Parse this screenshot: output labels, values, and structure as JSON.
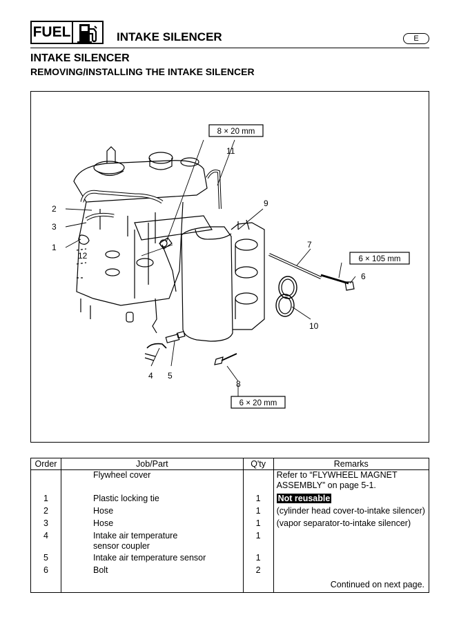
{
  "header": {
    "section_label": "FUEL",
    "title": "INTAKE SILENCER",
    "language_badge": "E",
    "icon": "fuel-pump-icon"
  },
  "page": {
    "title": "INTAKE SILENCER",
    "subtitle": "REMOVING/INSTALLING THE INTAKE SILENCER"
  },
  "diagram": {
    "callouts": [
      "1",
      "2",
      "3",
      "4",
      "5",
      "6",
      "7",
      "8",
      "9",
      "10",
      "11",
      "12"
    ],
    "dimension_labels": [
      "8 × 20 mm",
      "6 × 105 mm",
      "6 × 20 mm"
    ]
  },
  "table": {
    "headers": [
      "Order",
      "Job/Part",
      "Q'ty",
      "Remarks"
    ],
    "rows": [
      {
        "order": "",
        "part": "Flywheel cover",
        "qty": "",
        "remarks": "Refer to “FLYWHEEL MAGNET ASSEMBLY” on page 5-1."
      },
      {
        "order": "1",
        "part": "Plastic locking tie",
        "qty": "1",
        "remarks": "Not reusable"
      },
      {
        "order": "2",
        "part": "Hose",
        "qty": "1",
        "remarks": "(cylinder head cover-to-intake silencer)"
      },
      {
        "order": "3",
        "part": "Hose",
        "qty": "1",
        "remarks": "(vapor separator-to-intake silencer)"
      },
      {
        "order": "4",
        "part": "Intake air temperature sensor coupler",
        "qty": "1",
        "remarks": ""
      },
      {
        "order": "5",
        "part": "Intake air temperature sensor",
        "qty": "1",
        "remarks": ""
      },
      {
        "order": "6",
        "part": "Bolt",
        "qty": "2",
        "remarks": ""
      }
    ],
    "footer": "Continued on next page."
  }
}
